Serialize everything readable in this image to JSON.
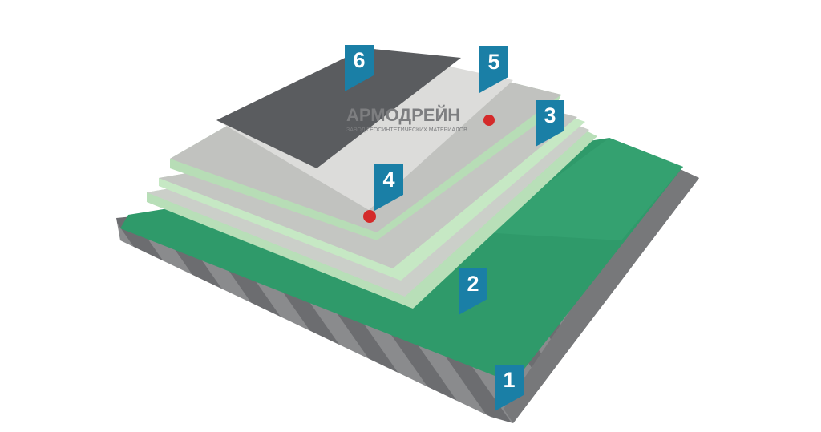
{
  "logo": {
    "brand": "АРМОДРЕЙН",
    "tagline": "ЗАВОД ГЕОСИНТЕТИЧЕСКИХ МАТЕРИАЛОВ"
  },
  "markers": [
    {
      "label": "1",
      "layer": "metal-deck"
    },
    {
      "label": "2",
      "layer": "vapor-barrier"
    },
    {
      "label": "3",
      "layer": "insulation"
    },
    {
      "label": "4",
      "layer": "fastener"
    },
    {
      "label": "5",
      "layer": "separation-layer"
    },
    {
      "label": "6",
      "layer": "waterproofing-membrane"
    }
  ],
  "colors": {
    "marker": "#1a7fa6",
    "green": "#2f9a6a",
    "board": "#c9cac6",
    "membrane": "#5a5c5f",
    "fastener": "#d42a2a"
  }
}
